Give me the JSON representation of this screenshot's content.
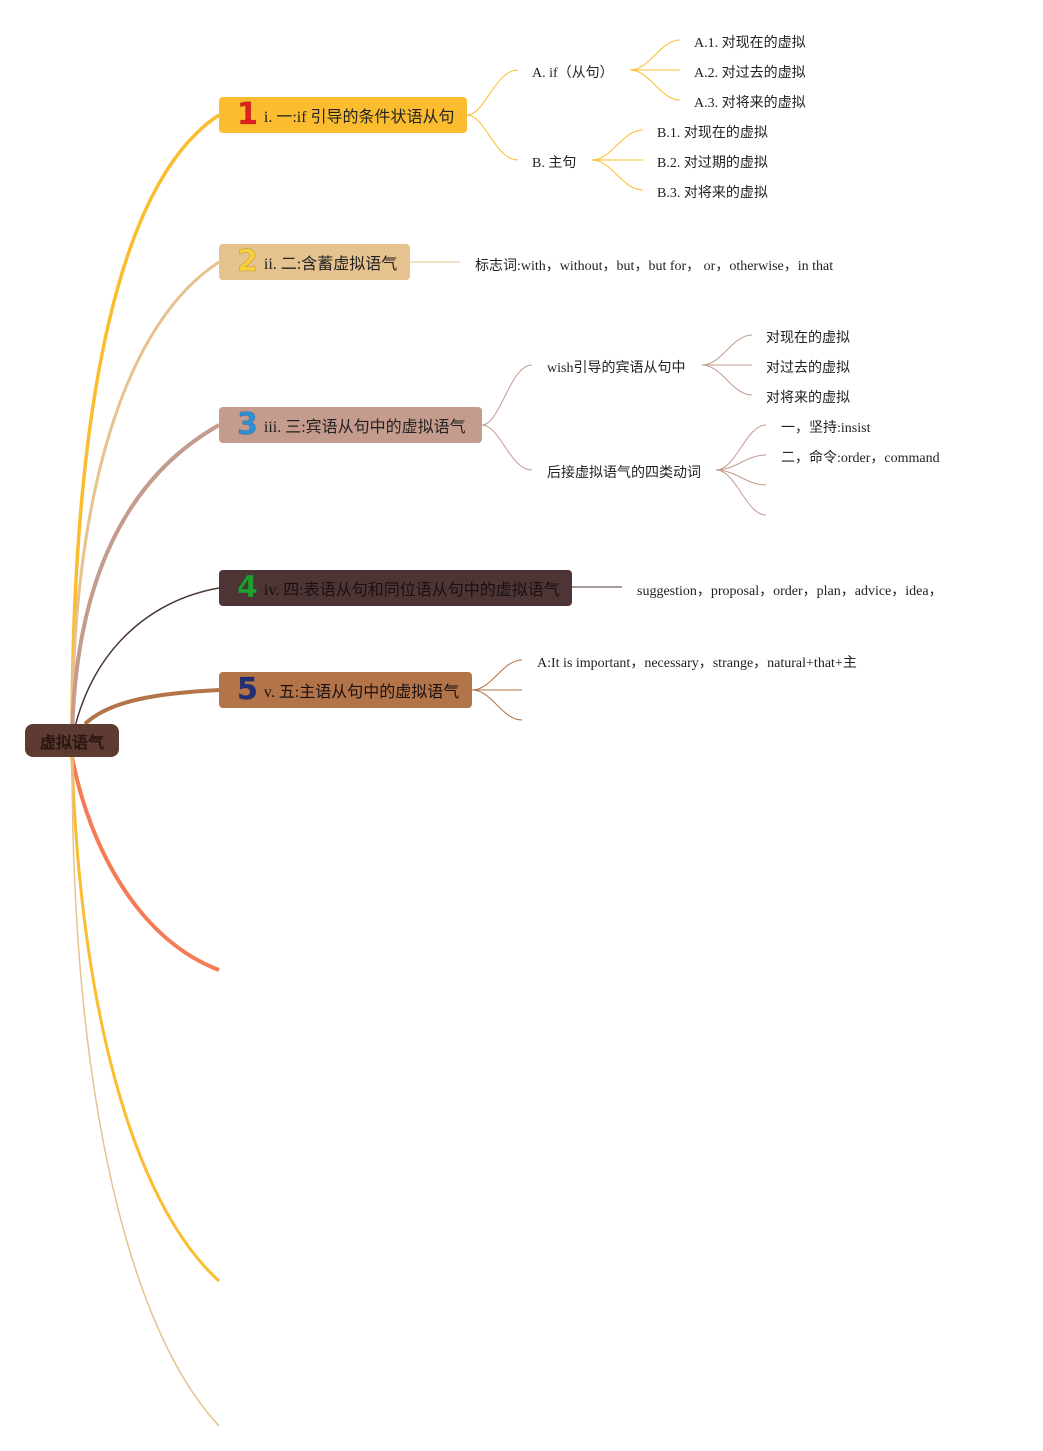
{
  "root": {
    "label": "虚拟语气"
  },
  "branches": [
    {
      "number": "1",
      "label": "i. 一:if 引导的条件状语从句",
      "color": "#fbbd2f",
      "number_color": "#e02020",
      "children": [
        {
          "label": "A. if（从句）",
          "children": [
            "A.1. 对现在的虚拟",
            "A.2. 对过去的虚拟",
            "A.3. 对将来的虚拟"
          ]
        },
        {
          "label": "B. 主句",
          "children": [
            "B.1. 对现在的虚拟",
            "B.2. 对过期的虚拟",
            "B.3. 对将来的虚拟"
          ]
        }
      ]
    },
    {
      "number": "2",
      "label": "ii. 二:含蓄虚拟语气",
      "color": "#e6c28e",
      "number_color": "#f7cf3b",
      "children": [
        {
          "label": "标志词:with，without，but，but for， or，otherwise，in that"
        }
      ]
    },
    {
      "number": "3",
      "label": "iii. 三:宾语从句中的虚拟语气",
      "color": "#c49b8d",
      "number_color": "#2b8fd6",
      "children": [
        {
          "label": "wish引导的宾语从句中",
          "children": [
            "对现在的虚拟",
            "对过去的虚拟",
            "对将来的虚拟"
          ]
        },
        {
          "label": "后接虚拟语气的四类动词",
          "children": [
            "一，坚持:insist",
            "二，命令:order，command",
            "",
            ""
          ]
        }
      ]
    },
    {
      "number": "4",
      "label": "iv. 四:表语从句和同位语从句中的虚拟语气",
      "color": "#4d3536",
      "number_color": "#1e9e2e",
      "children": [
        {
          "label": "suggestion，proposal，order，plan，advice，idea，"
        }
      ]
    },
    {
      "number": "5",
      "label": "v. 五:主语从句中的虚拟语气",
      "color": "#b27448",
      "number_color": "#1f2f7a",
      "children": [
        {
          "label": "A:It is important，necessary，strange，natural+that+主"
        },
        {
          "label": ""
        },
        {
          "label": ""
        }
      ]
    }
  ],
  "extra_branch_colors": [
    "#f57a55",
    "#fbbd2f",
    "#e6c28e"
  ]
}
